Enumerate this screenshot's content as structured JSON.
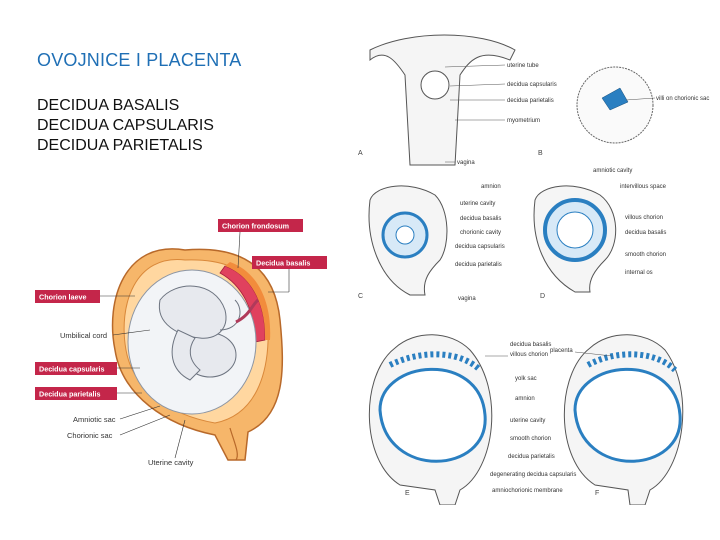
{
  "slide": {
    "title": "OVOJNICE I PLACENTA",
    "terms": [
      "DECIDUA BASALIS",
      "DECIDUA CAPSULARIS",
      "DECIDUA PARIETALIS"
    ]
  },
  "left_figure": {
    "tags": {
      "chorion_frondosum": "Chorion frondosum",
      "decidua_basalis": "Decidua basalis",
      "chorion_laeve": "Chorion laeve",
      "decidua_capsularis": "Decidua capsularis",
      "decidua_parietalis": "Decidua parietalis"
    },
    "labels": {
      "umbilical_cord": "Umbilical cord",
      "amniotic_sac": "Amniotic sac",
      "chorionic_sac": "Chorionic sac",
      "uterine_cavity": "Uterine cavity"
    },
    "colors": {
      "tag": "#c4264a",
      "decidua": "#e89a3a",
      "chorion": "#d9456a"
    }
  },
  "right_figure": {
    "letters": {
      "a": "A",
      "b": "B",
      "c": "C",
      "d": "D",
      "e": "E",
      "f": "F"
    },
    "ab_labels": {
      "uterine_tube": "uterine tube",
      "decidua_capsularis": "decidua capsularis",
      "decidua_parietalis": "decidua parietalis",
      "myometrium": "myometrium",
      "vagina": "vagina",
      "villi_on_chorionic_sac": "villi on chorionic sac"
    },
    "cd_labels": {
      "amniotic_cavity": "amniotic cavity",
      "amnion": "amnion",
      "intervillous_space": "intervillous space",
      "uterine_cavity": "uterine cavity",
      "villous_chorion": "villous chorion",
      "decidua_basalis": "decidua basalis",
      "chorionic_cavity": "chorionic cavity",
      "decidua_basalis_2": "decidua basalis",
      "decidua_capsularis": "decidua capsularis",
      "smooth_chorion": "smooth chorion",
      "decidua_parietalis": "decidua parietalis",
      "internal_os": "internal os",
      "vagina": "vagina"
    },
    "ef_labels": {
      "decidua_basalis": "decidua basalis",
      "villous_chorion": "villous chorion",
      "placenta": "placenta",
      "yolk_sac": "yolk sac",
      "amnion": "amnion",
      "uterine_cavity": "uterine cavity",
      "smooth_chorion": "smooth chorion",
      "decidua_parietalis": "decidua parietalis",
      "degenerating_decidua_capsularis": "degenerating decidua capsularis",
      "amniochorionic_membrane": "amniochorionic membrane"
    },
    "colors": {
      "membrane": "#2a7fc1",
      "fill": "#eaf3fb",
      "outline": "#555555"
    }
  }
}
